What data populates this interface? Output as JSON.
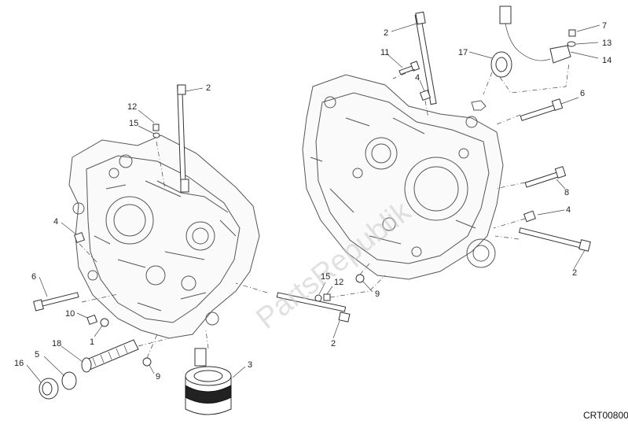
{
  "drawing_code": "CRT00800",
  "watermark": "PartsRepublik",
  "labels": {
    "l2a": "2",
    "l12a": "12",
    "l15a": "15",
    "l4a": "4",
    "l6a": "6",
    "l10": "10",
    "l1": "1",
    "l18": "18",
    "l5": "5",
    "l16": "16",
    "l9a": "9",
    "l3": "3",
    "l15b": "15",
    "l12b": "12",
    "l9b": "9",
    "l2b": "2",
    "l2c": "2",
    "l11": "11",
    "l4b": "4",
    "l17": "17",
    "l7": "7",
    "l13": "13",
    "l14": "14",
    "l6b": "6",
    "l8": "8",
    "l4c": "4",
    "l2d": "2"
  }
}
